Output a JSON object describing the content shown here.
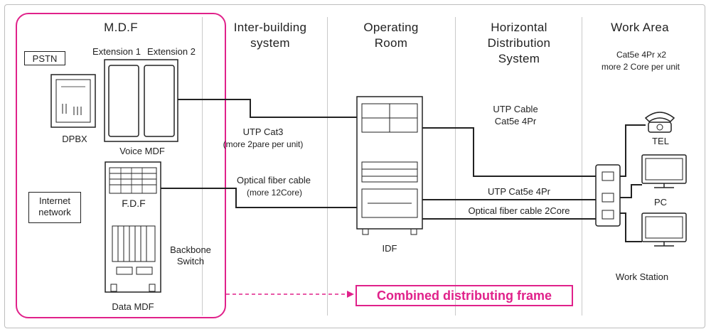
{
  "sections": {
    "mdf": "M.D.F",
    "inter_building": "Inter-building system",
    "operating_room": "Operating Room",
    "horizontal": "Horizontal Distribution System",
    "work_area": "Work Area"
  },
  "mdf": {
    "pstn": "PSTN",
    "dpbx": "DPBX",
    "extension1": "Extension 1",
    "extension2": "Extension 2",
    "voice_mdf": "Voice MDF",
    "internet_network": "Internet network",
    "fdf": "F.D.F",
    "data_mdf": "Data MDF",
    "backbone_switch": "Backbone Switch"
  },
  "inter_building": {
    "utp_cat3": "UTP Cat3",
    "utp_cat3_note": "(more 2pare per unit)",
    "optical": "Optical fiber cable",
    "optical_note": "(more 12Core)"
  },
  "operating_room": {
    "idf": "IDF"
  },
  "horizontal": {
    "utp_cable": "UTP Cable",
    "utp_cable_spec": "Cat5e 4Pr",
    "utp_cat5e": "UTP Cat5e 4Pr",
    "optical_2core": "Optical fiber cable 2Core"
  },
  "work_area": {
    "spec1": "Cat5e 4Pr x2",
    "spec2": "more 2 Core per unit",
    "tel": "TEL",
    "pc": "PC",
    "work_station": "Work Station"
  },
  "combined": "Combined distributing frame",
  "colors": {
    "accent": "#e0218a",
    "line": "#222222",
    "divider": "#c9c9c9"
  },
  "icons": [
    "telephone-icon",
    "monitor-icon",
    "server-rack-icon",
    "wall-outlet-icon",
    "pbx-icon"
  ]
}
